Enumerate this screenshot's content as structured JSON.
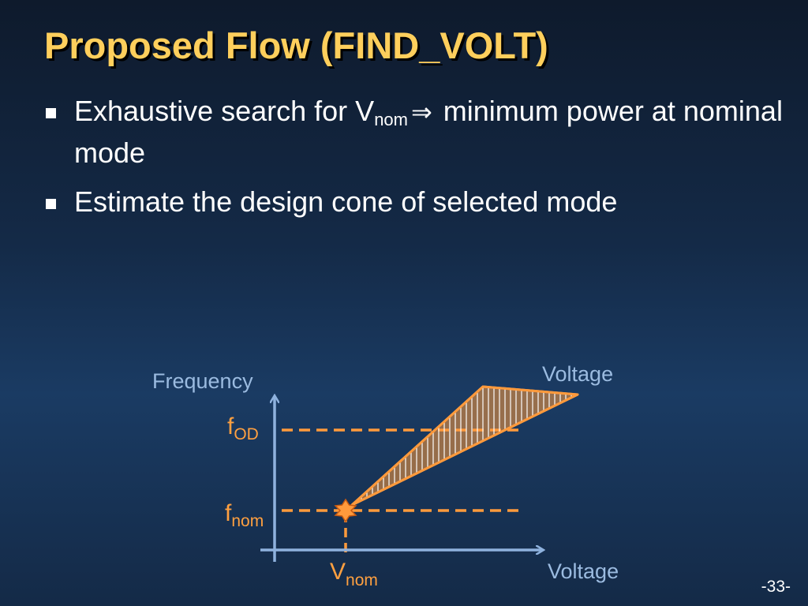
{
  "slide": {
    "title": "Proposed Flow (FIND_VOLT)",
    "page_number": "-33-"
  },
  "bullets": [
    {
      "pre": "Exhaustive search for V",
      "sub": "nom",
      "arrow": "⇒",
      "post": " minimum power at nominal mode"
    },
    {
      "text": "Estimate the design cone of selected mode"
    }
  ],
  "diagram": {
    "y_axis_label": "Frequency",
    "x_axis_label": "Voltage",
    "cone_label": "Voltage",
    "f_od": {
      "base": "f",
      "sub": "OD"
    },
    "f_nom": {
      "base": "f",
      "sub": "nom"
    },
    "v_nom": {
      "base": "V",
      "sub": "nom"
    },
    "colors": {
      "axis": "#8fb2de",
      "cone": "#ff9a3c",
      "hatch": "#ffffff",
      "labels_blue": "#9bbbe0",
      "labels_orange": "#ffa040"
    }
  }
}
